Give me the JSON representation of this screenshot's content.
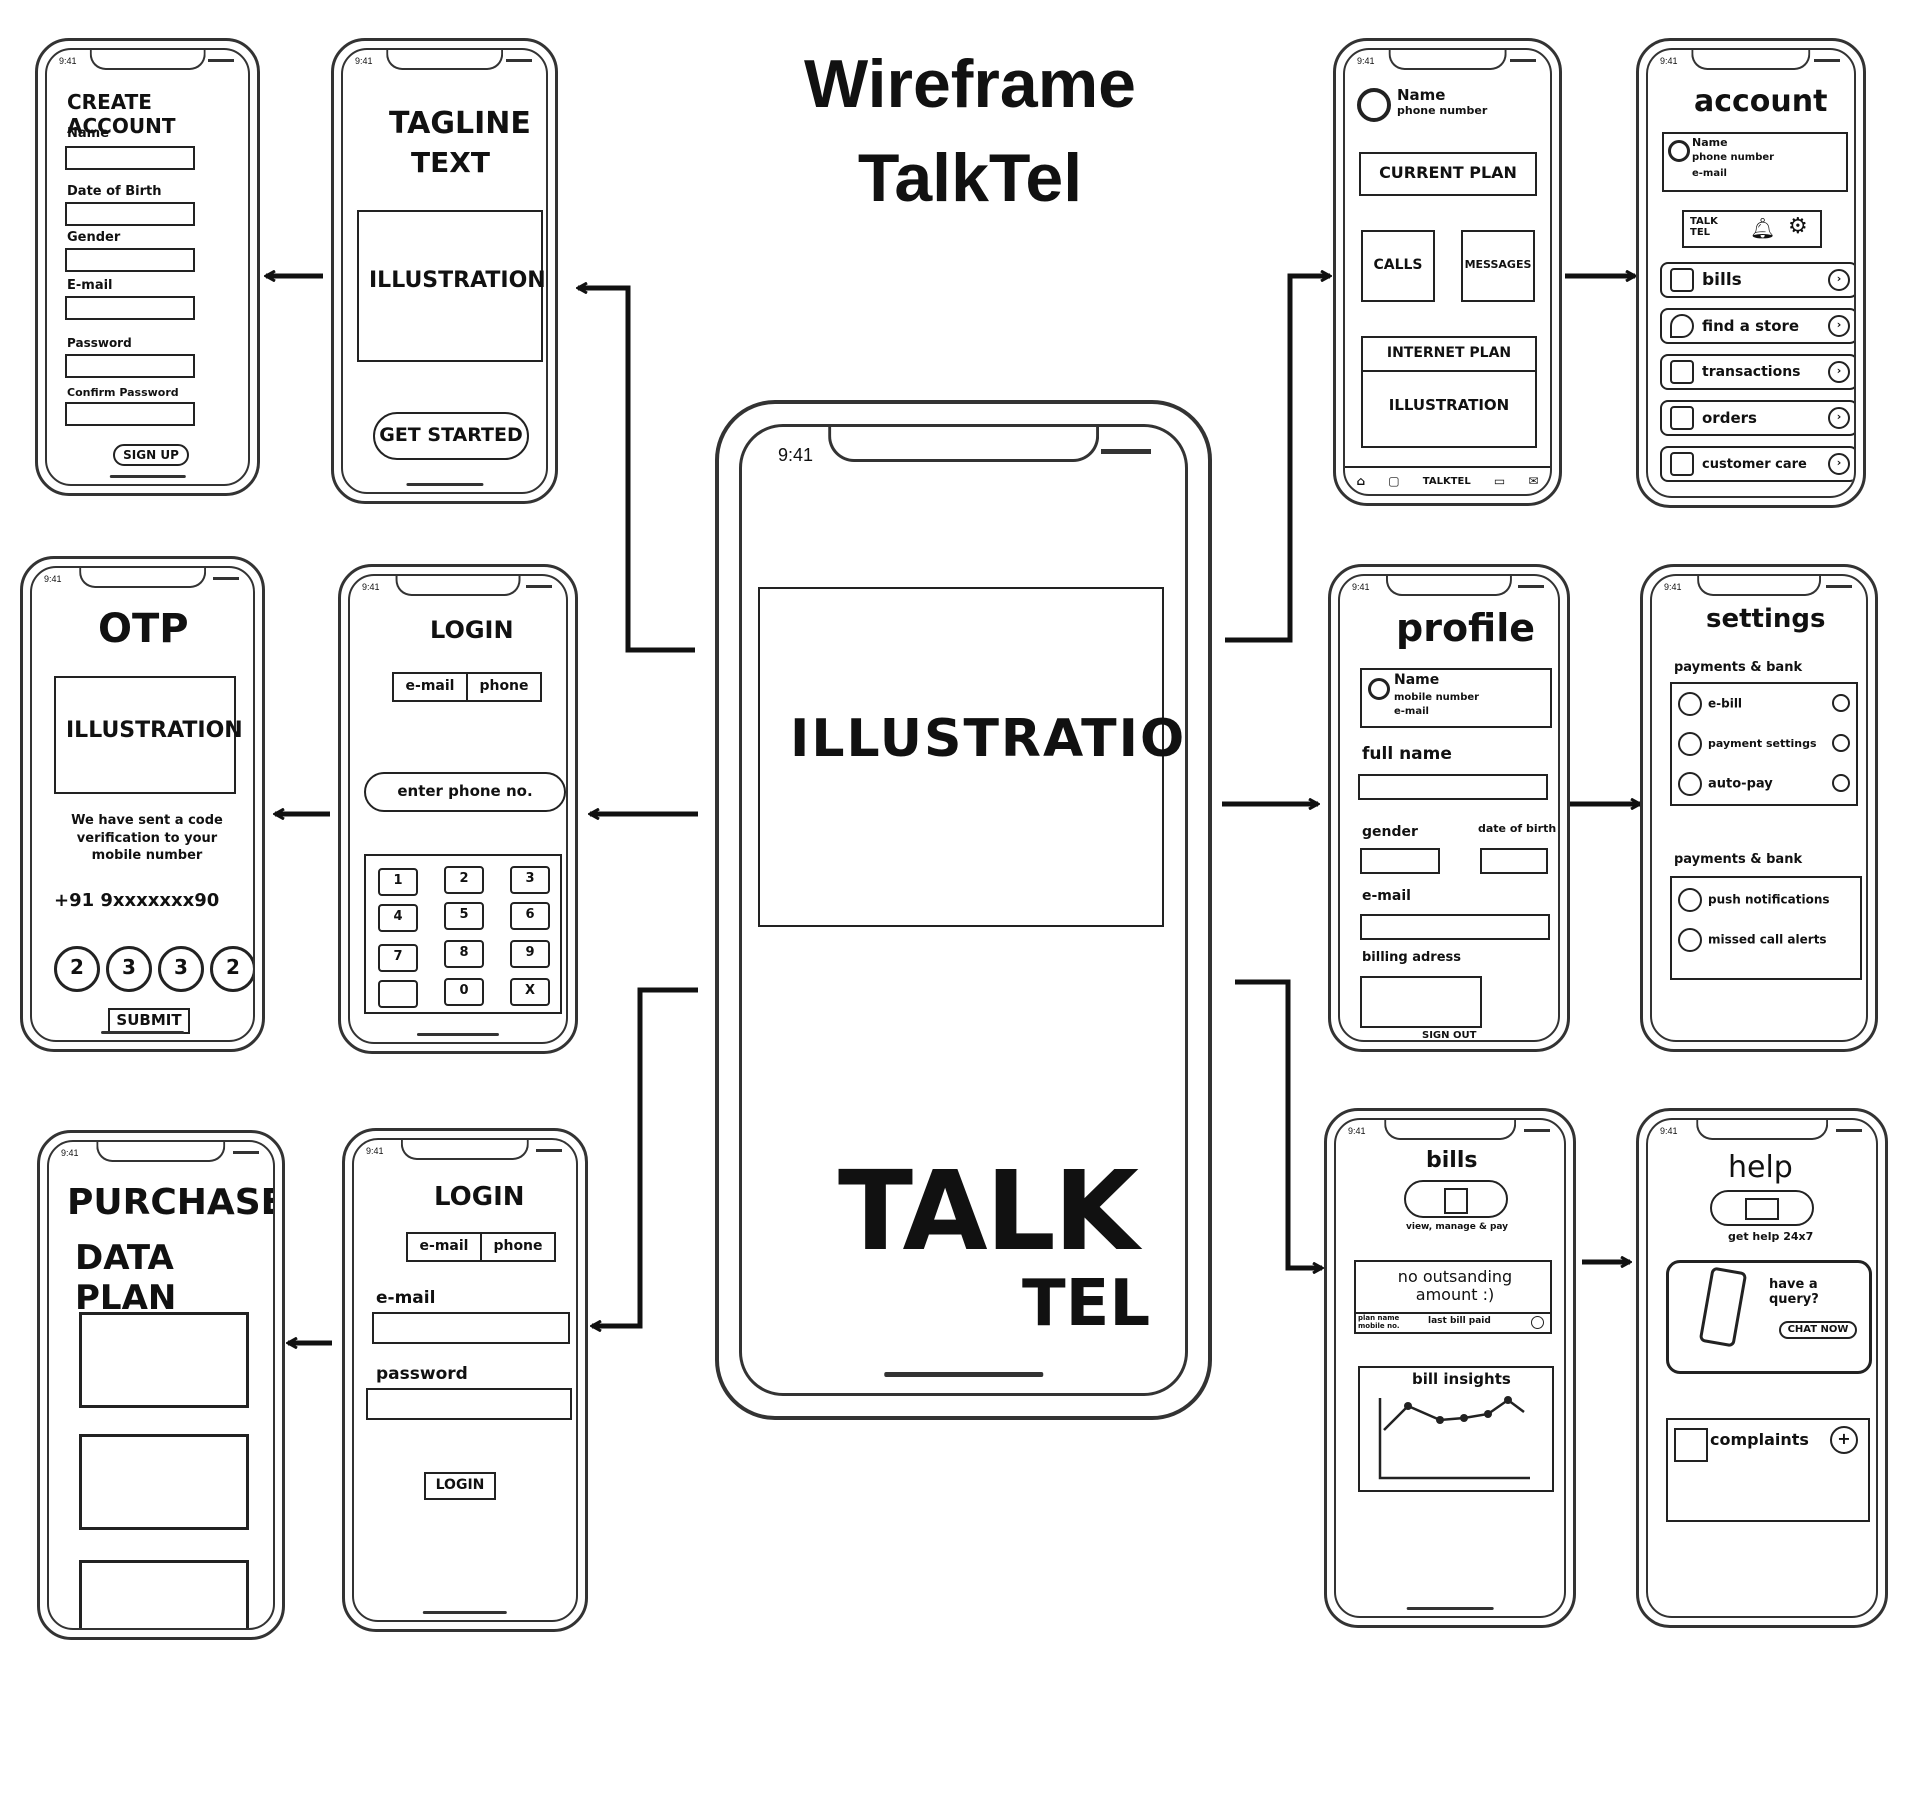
{
  "title": {
    "line1": "Wireframe",
    "line2": "TalkTel"
  },
  "center": {
    "time": "9:41",
    "illustration": "ILLUSTRATION",
    "logo_big": "TALK",
    "logo_small": "TEL"
  },
  "create_account": {
    "time": "9:41",
    "heading": "CREATE ACCOUNT",
    "fields": [
      "Name",
      "Date of Birth",
      "Gender",
      "E-mail",
      "Password",
      "Confirm Password"
    ],
    "button": "SIGN UP"
  },
  "tagline": {
    "time": "9:41",
    "heading_line1": "TAGLINE",
    "heading_line2": "TEXT",
    "illustration": "ILLUSTRATION",
    "button": "GET STARTED"
  },
  "otp": {
    "time": "9:41",
    "heading": "OTP",
    "illustration": "ILLUSTRATION",
    "message": "We have sent a code verification to your mobile number",
    "phone": "+91 9xxxxxxx90",
    "digits": [
      "2",
      "3",
      "3",
      "2"
    ],
    "button": "SUBMIT"
  },
  "login_phone": {
    "time": "9:41",
    "heading": "LOGIN",
    "tab_email": "e-mail",
    "tab_phone": "phone",
    "input_placeholder": "enter phone no.",
    "keys": [
      "1",
      "2",
      "3",
      "4",
      "5",
      "6",
      "7",
      "8",
      "9",
      "",
      "0",
      "X"
    ]
  },
  "purchase": {
    "time": "9:41",
    "heading_line1": "PURCHASE",
    "heading_line2": "DATA PLAN"
  },
  "login_email": {
    "time": "9:41",
    "heading": "LOGIN",
    "tab_email": "e-mail",
    "tab_phone": "phone",
    "label_email": "e-mail",
    "label_password": "password",
    "button": "LOGIN"
  },
  "home": {
    "time": "9:41",
    "name": "Name",
    "phone": "phone number",
    "current_plan": "CURRENT PLAN",
    "calls": "CALLS",
    "messages": "MESSAGES",
    "internet_plan": "INTERNET PLAN",
    "illustration": "ILLUSTRATION",
    "tab_brand": "TALKTEL"
  },
  "account": {
    "time": "9:41",
    "heading": "account",
    "name": "Name",
    "phone": "phone number",
    "email": "e-mail",
    "brand": "TALK TEL",
    "items": [
      "bills",
      "find a store",
      "transactions",
      "orders",
      "customer care"
    ]
  },
  "profile": {
    "time": "9:41",
    "heading": "profile",
    "name": "Name",
    "mobile": "mobile number",
    "email": "e-mail",
    "full_name": "full name",
    "gender": "gender",
    "dob": "date of birth",
    "email_label": "e-mail",
    "billing": "billing adress",
    "sign_out": "SIGN OUT"
  },
  "settings": {
    "time": "9:41",
    "heading": "settings",
    "section1": "payments & bank",
    "section1_items": [
      "e-bill",
      "payment settings",
      "auto-pay"
    ],
    "section2": "payments & bank",
    "section2_items": [
      "push notifications",
      "missed call alerts"
    ]
  },
  "bills": {
    "time": "9:41",
    "heading": "bills",
    "sub": "view, manage & pay",
    "status": "no outsanding amount :)",
    "plan_name": "plan name",
    "mobile_no": "mobile no.",
    "last_bill": "last bill paid",
    "insights": "bill insights"
  },
  "help": {
    "time": "9:41",
    "heading": "help",
    "sub": "get help 24x7",
    "query": "have a query?",
    "chat": "CHAT NOW",
    "complaints": "complaints"
  }
}
